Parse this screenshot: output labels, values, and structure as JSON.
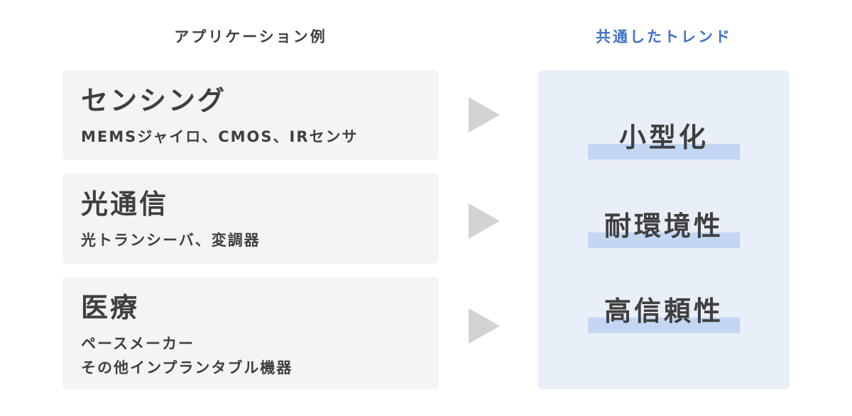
{
  "headers": {
    "left": "アプリケーション例",
    "right": "共通したトレンド"
  },
  "applications": [
    {
      "title": "センシング",
      "description": [
        "MEMSジャイロ、CMOS、IRセンサ"
      ]
    },
    {
      "title": "光通信",
      "description": [
        "光トランシーバ、変調器"
      ]
    },
    {
      "title": "医療",
      "description": [
        "ペースメーカー",
        "その他インプランタブル機器"
      ]
    }
  ],
  "trends": [
    "小型化",
    "耐環境性",
    "高信頼性"
  ],
  "colors": {
    "text": "#3f3f3f",
    "header_accent": "#3f72c4",
    "card_background": "#f4f4f4",
    "panel_background": "#e9eff8",
    "highlight": "#c3d7f4",
    "arrow": "#d3d3d3"
  }
}
